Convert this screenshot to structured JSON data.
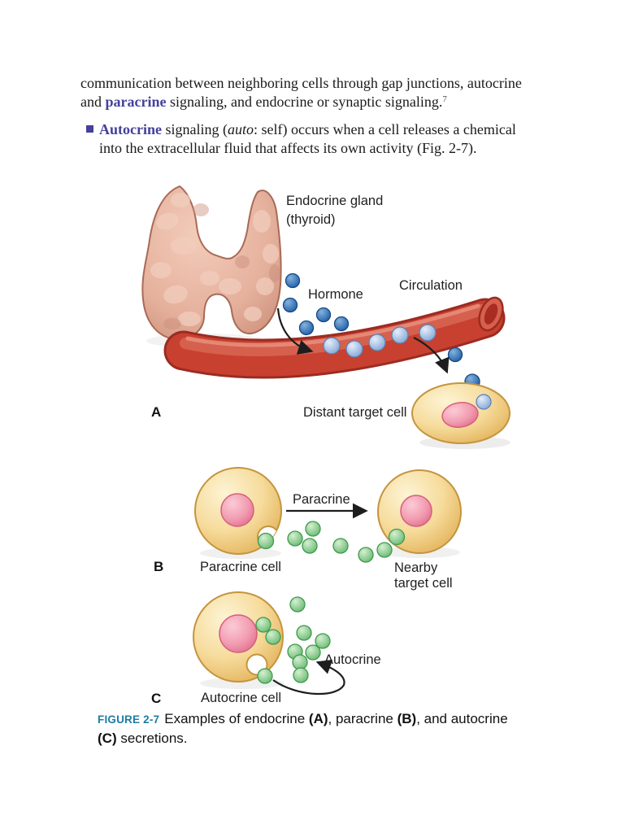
{
  "colors": {
    "accent_purple": "#45419c",
    "figure_number_teal": "#1e7ca6",
    "vessel_red": "#c8402f",
    "cell_yellow": "#f3d488",
    "nucleus_pink": "#ef8ba3",
    "hormone_blue_dark": "#2a6ab2",
    "hormone_blue_light": "#9db9e2",
    "secretion_green": "#7cc584"
  },
  "intro": {
    "line1": "communication between neighboring cells through gap junctions, autocrine",
    "line2_start": "and ",
    "line2_bold": "paracrine",
    "line2_end": " signaling, and endocrine or synaptic signaling.",
    "footnote_ref": "7"
  },
  "bullet": {
    "lead_bold": "Autocrine",
    "seg1": " signaling (",
    "italic_word": "auto",
    "seg2": ": self) occurs when a cell releases a chemical",
    "line2": "into the extracellular fluid that affects its own activity (Fig. 2-7)."
  },
  "figure": {
    "panel_a": {
      "letter": "A",
      "gland_label_1": "Endocrine gland",
      "gland_label_2": "(thyroid)",
      "hormone": "Hormone",
      "circulation": "Circulation",
      "target": "Distant target cell"
    },
    "panel_b": {
      "letter": "B",
      "signal": "Paracrine",
      "cell": "Paracrine cell",
      "target_1": "Nearby",
      "target_2": "target cell"
    },
    "panel_c": {
      "letter": "C",
      "signal": "Autocrine",
      "cell": "Autocrine cell"
    }
  },
  "caption": {
    "label": "FIGURE 2-7",
    "seg1": "Examples of endocrine ",
    "bold_a": "(A)",
    "seg2": ", paracrine ",
    "bold_b": "(B)",
    "seg3": ", and autocrine",
    "bold_c": "(C)",
    "seg4": " secretions."
  }
}
